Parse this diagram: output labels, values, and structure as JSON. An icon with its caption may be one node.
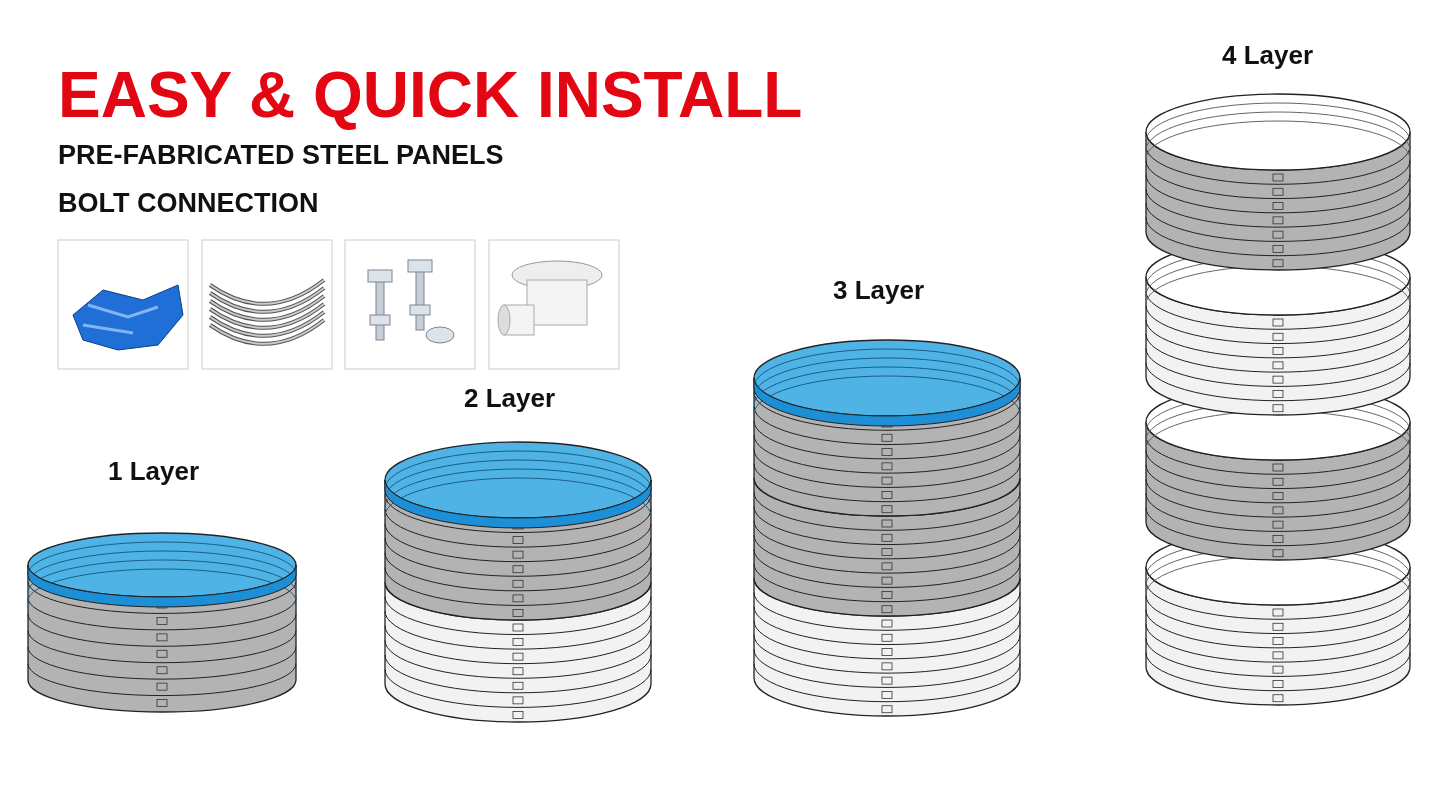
{
  "diagram": {
    "title": "EASY & QUICK INSTALL",
    "labels": [
      "PRE-FABRICATED STEEL PANELS",
      "BOLT CONNECTION",
      "1 Layer",
      "2 Layer",
      "3 Layer",
      "4 Layer"
    ]
  }
}
